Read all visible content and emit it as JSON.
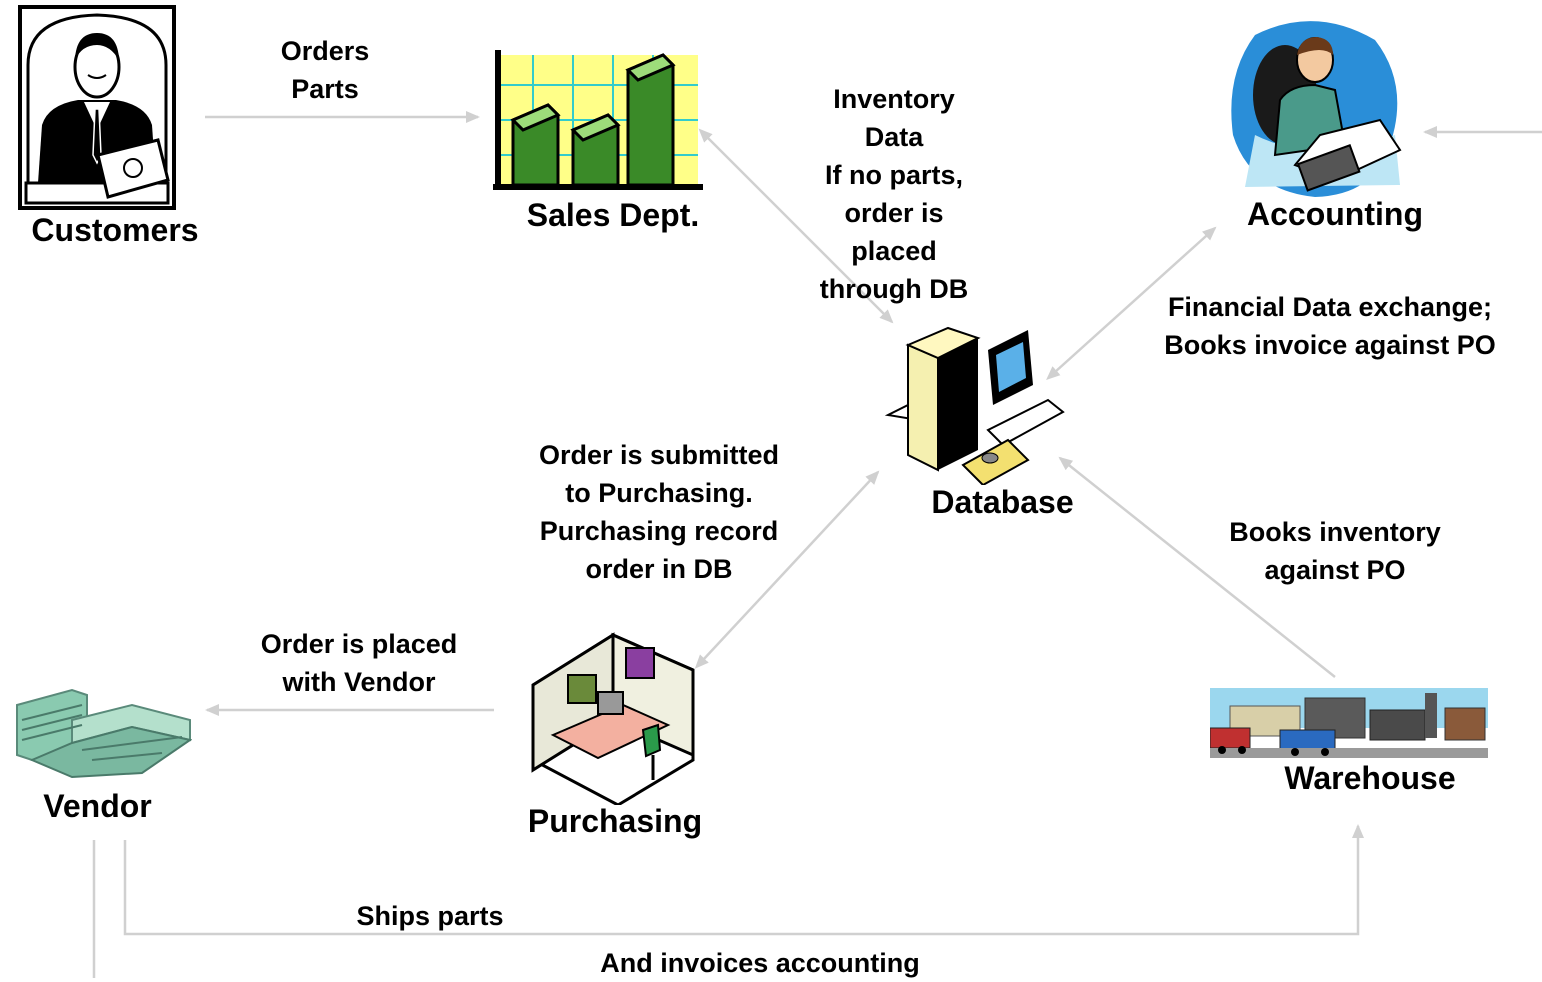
{
  "nodes": {
    "customers": "Customers",
    "sales": "Sales Dept.",
    "accounting": "Accounting",
    "database": "Database",
    "vendor": "Vendor",
    "purchasing": "Purchasing",
    "warehouse": "Warehouse"
  },
  "edges": {
    "orders_parts": [
      "Orders",
      "Parts"
    ],
    "inventory": [
      "Inventory",
      "Data",
      "If no parts,",
      "order is",
      "placed",
      "through DB"
    ],
    "financial": [
      "Financial Data exchange;",
      "Books invoice against PO"
    ],
    "order_submitted": [
      "Order is submitted",
      "to Purchasing.",
      "Purchasing record",
      "order in DB"
    ],
    "books_inventory": [
      "Books inventory",
      "against PO"
    ],
    "order_placed": [
      "Order is placed",
      "with Vendor"
    ],
    "ships_parts": "Ships parts",
    "invoices": "And invoices accounting"
  },
  "colors": {
    "arrow": "#d0d0d0",
    "text": "#000000"
  },
  "icons": {
    "customers": "businessman-with-money-icon",
    "sales": "bar-chart-money-icon",
    "accounting": "accountant-at-desk-icon",
    "database": "computer-workstation-icon",
    "vendor": "factory-buildings-icon",
    "purchasing": "office-cubicle-icon",
    "warehouse": "warehouse-trucks-icon"
  }
}
